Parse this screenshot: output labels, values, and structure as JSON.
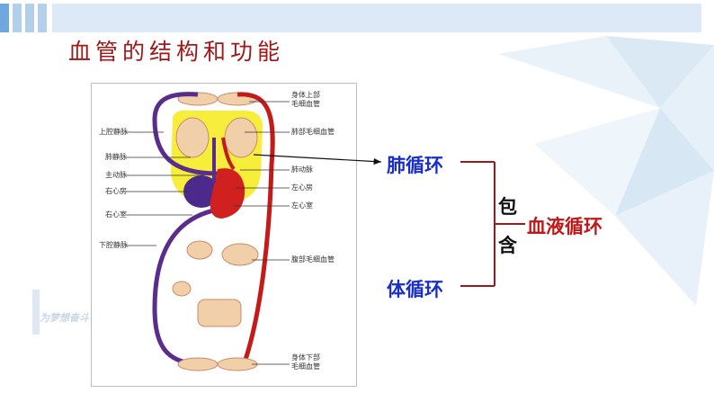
{
  "slide": {
    "title": "血管的结构和功能"
  },
  "diagram": {
    "labels_left": [
      "上腔静脉",
      "肺静脉",
      "主动脉",
      "右心房",
      "右心室",
      "下腔静脉"
    ],
    "labels_right": [
      "身体上部\n毛细血管",
      "肺部毛细血管",
      "肺动脉",
      "左心房",
      "左心室",
      "腹部毛细血管",
      "身体下部\n毛细血管"
    ]
  },
  "concept_map": {
    "pulmonary": "肺循环",
    "systemic": "体循环",
    "include": "包含",
    "include_1": "包",
    "include_2": "含",
    "blood_circulation": "血液循环"
  },
  "watermark": {
    "text": "为梦想奋斗"
  },
  "colors": {
    "title": "#a01818",
    "term_blue": "#1a2ec8",
    "term_red": "#c01818",
    "bracket": "#a01818"
  }
}
